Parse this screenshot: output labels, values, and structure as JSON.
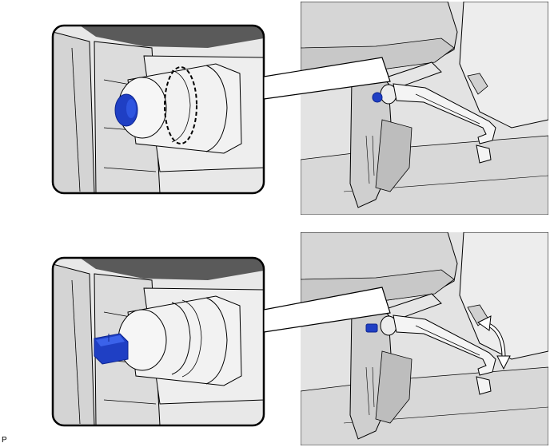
{
  "figure": {
    "label": "P",
    "colors": {
      "background": "#ffffff",
      "panel_fill": "#e8e8e8",
      "panel_dark": "#c9c9c9",
      "outline": "#000000",
      "clip_blue": "#1f3fc4",
      "clip_blue_dark": "#0d2590"
    },
    "panels": [
      {
        "name": "top-detail",
        "shows": "clip-seated"
      },
      {
        "name": "top-overview",
        "shows": "clip-seated"
      },
      {
        "name": "bottom-detail",
        "shows": "clip-released"
      },
      {
        "name": "bottom-overview",
        "shows": "clip-released",
        "arrow": "rotate-icon"
      }
    ]
  }
}
